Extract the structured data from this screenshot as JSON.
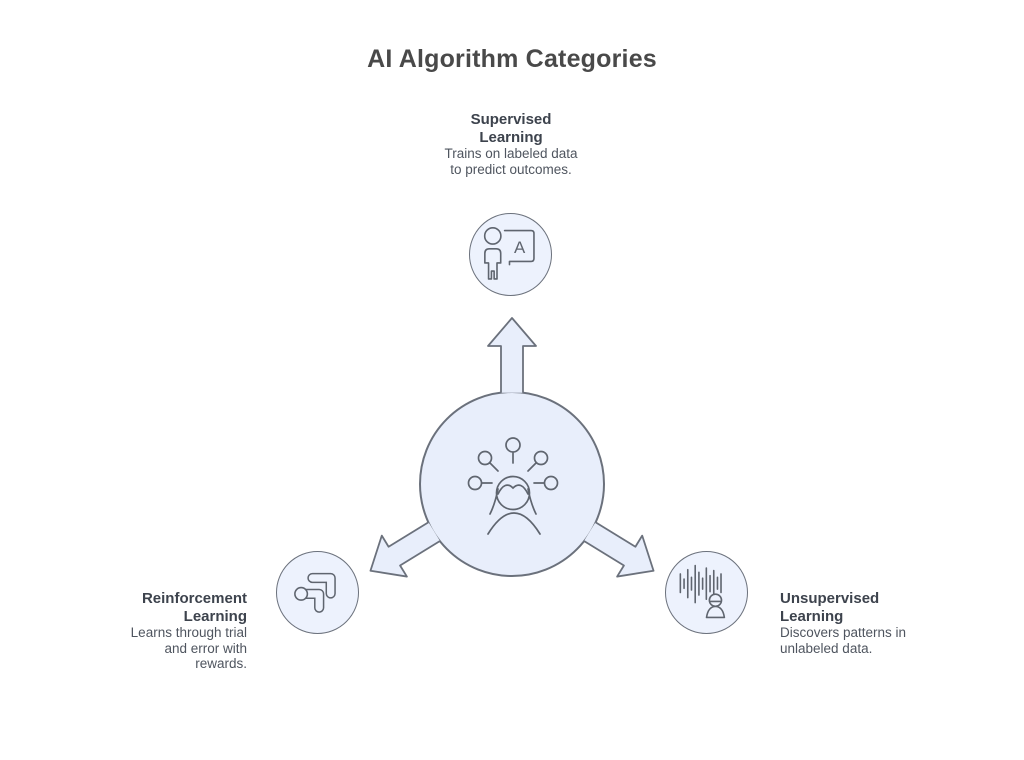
{
  "title": "AI Algorithm Categories",
  "colors": {
    "background": "#ffffff",
    "shape_fill": "#e8eefb",
    "icon_circle_fill": "#edf2fd",
    "shape_stroke": "#6b717c",
    "icon_stroke": "#5f656f",
    "title_text": "#494949",
    "heading_text": "#3d434d",
    "body_text": "#4f555f"
  },
  "hub": {
    "icon": "mind-ideas-icon"
  },
  "categories": [
    {
      "id": "supervised",
      "position": "top",
      "icon": "trainer-board-icon",
      "board_letter": "A",
      "name_lines": [
        "Supervised",
        "Learning"
      ],
      "desc_lines": [
        "Trains on labeled data",
        "to predict outcomes."
      ]
    },
    {
      "id": "reinforcement",
      "position": "bottom-left",
      "icon": "reward-loop-icon",
      "name_lines": [
        "Reinforcement",
        "Learning"
      ],
      "desc_lines": [
        "Learns through trial",
        "and error with",
        "rewards."
      ]
    },
    {
      "id": "unsupervised",
      "position": "bottom-right",
      "icon": "waveform-person-icon",
      "name_lines": [
        "Unsupervised",
        "Learning"
      ],
      "desc_lines": [
        "Discovers patterns in",
        "unlabeled data."
      ]
    }
  ]
}
